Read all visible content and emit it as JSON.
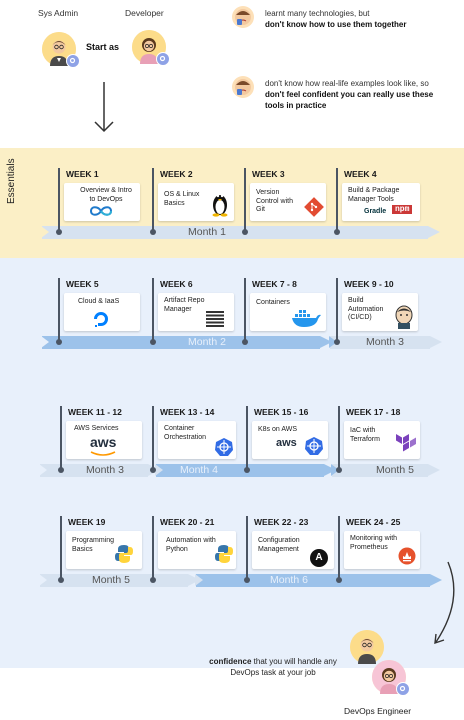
{
  "header": {
    "sys_admin_label": "Sys Admin",
    "developer_label": "Developer",
    "start_as_label": "Start as",
    "pain_points": [
      {
        "plain": "learnt many technologies, but",
        "bold": "don't know how to use them together"
      },
      {
        "plain": "don't know how real-life examples look like, so",
        "bold": "don't feel confident you can really use these tools in practice"
      }
    ]
  },
  "sections": {
    "essentials_label": "Essentials"
  },
  "weeks": [
    {
      "title": "WEEK 1",
      "topic": "Overview & Intro to DevOps",
      "icon": "devops-infinity-icon"
    },
    {
      "title": "WEEK 2",
      "topic": "OS & Linux Basics",
      "icon": "linux-tux-icon"
    },
    {
      "title": "WEEK 3",
      "topic": "Version Control with Git",
      "icon": "git-icon"
    },
    {
      "title": "WEEK 4",
      "topic": "Build & Package Manager Tools",
      "icon": "gradle-npm-icon",
      "icon_text_1": "Gradle",
      "icon_text_2": "npm"
    },
    {
      "title": "WEEK 5",
      "topic": "Cloud & IaaS",
      "icon": "digitalocean-icon"
    },
    {
      "title": "WEEK 6",
      "topic": "Artifact Repo Manager",
      "icon": "nexus-icon"
    },
    {
      "title": "WEEK 7 - 8",
      "topic": "Containers",
      "icon": "docker-icon"
    },
    {
      "title": "WEEK 9 - 10",
      "topic": "Build Automation (CI/CD)",
      "icon": "jenkins-icon"
    },
    {
      "title": "WEEK 11 - 12",
      "topic": "AWS Services",
      "icon": "aws-icon",
      "icon_text_1": "aws"
    },
    {
      "title": "WEEK 13 - 14",
      "topic": "Container Orchestration",
      "icon": "kubernetes-icon"
    },
    {
      "title": "WEEK 15 - 16",
      "topic": "K8s on AWS",
      "icon": "aws-kubernetes-icon",
      "icon_text_1": "aws"
    },
    {
      "title": "WEEK 17 - 18",
      "topic": "IaC with Terraform",
      "icon": "terraform-icon"
    },
    {
      "title": "WEEK 19",
      "topic": "Programming Basics",
      "icon": "python-icon"
    },
    {
      "title": "WEEK 20 - 21",
      "topic": "Automation with Python",
      "icon": "python-icon"
    },
    {
      "title": "WEEK 22 - 23",
      "topic": "Configuration Management",
      "icon": "ansible-icon",
      "icon_text_1": "A"
    },
    {
      "title": "WEEK 24 - 25",
      "topic": "Monitoring with Prometheus",
      "icon": "prometheus-icon"
    }
  ],
  "months": {
    "month1": "Month 1",
    "month2": "Month 2",
    "month3_a": "Month 3",
    "month3_b": "Month 3",
    "month4": "Month 4",
    "month5_a": "Month 5",
    "month5_b": "Month 5",
    "month6": "Month 6"
  },
  "outcome": {
    "bold": "confidence",
    "plain_1": "that you will",
    "plain_2": "handle any DevOps task at your job",
    "role_label": "DevOps Engineer"
  },
  "colors": {
    "essentials_band": "#fbefc6",
    "blue_band": "#e8f0fb",
    "month_arrow_light": "#d6e2f0",
    "month_arrow_blue": "#9cc2ea",
    "timeline_line": "#4b5563"
  }
}
